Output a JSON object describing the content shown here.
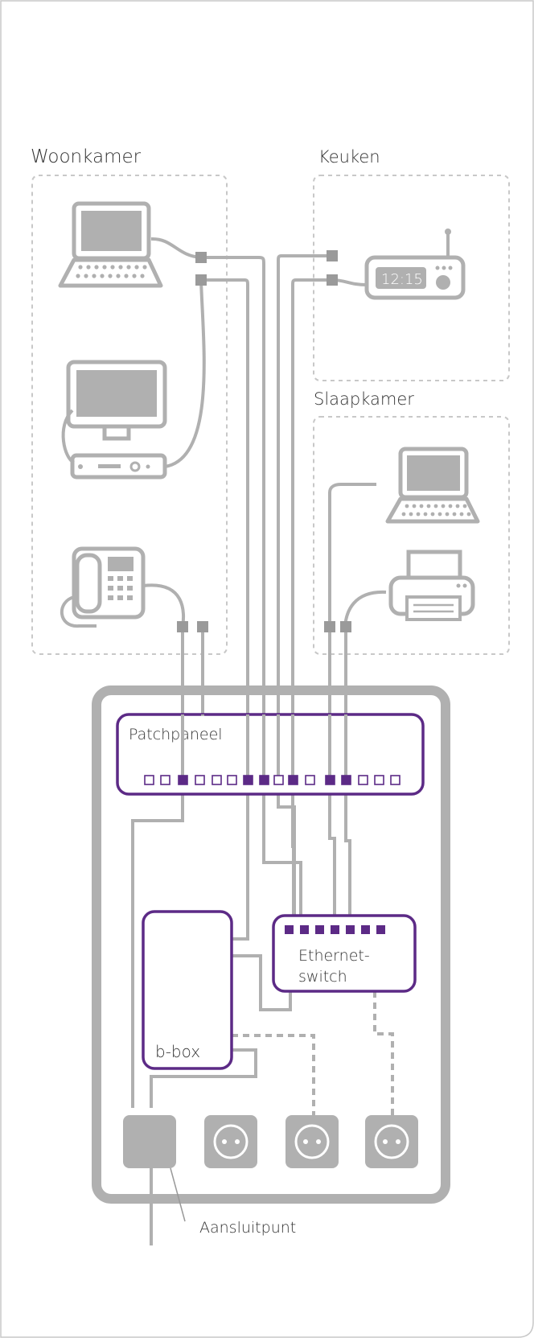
{
  "labels": {
    "woonkamer": "Woonkamer",
    "keuken": "Keuken",
    "slaapkamer": "Slaapkamer",
    "patchpaneel": "Patchpaneel",
    "switch_line1": "Ethernet-",
    "switch_line2": "switch",
    "bbox": "b-box",
    "aansluitpunt": "Aansluitpunt",
    "clock_time": "12:15"
  },
  "colors": {
    "gray": "#b0b0b0",
    "dark_gray": "#9a9a9a",
    "purple": "#5c2a86",
    "room_border": "#c8c8c8"
  }
}
